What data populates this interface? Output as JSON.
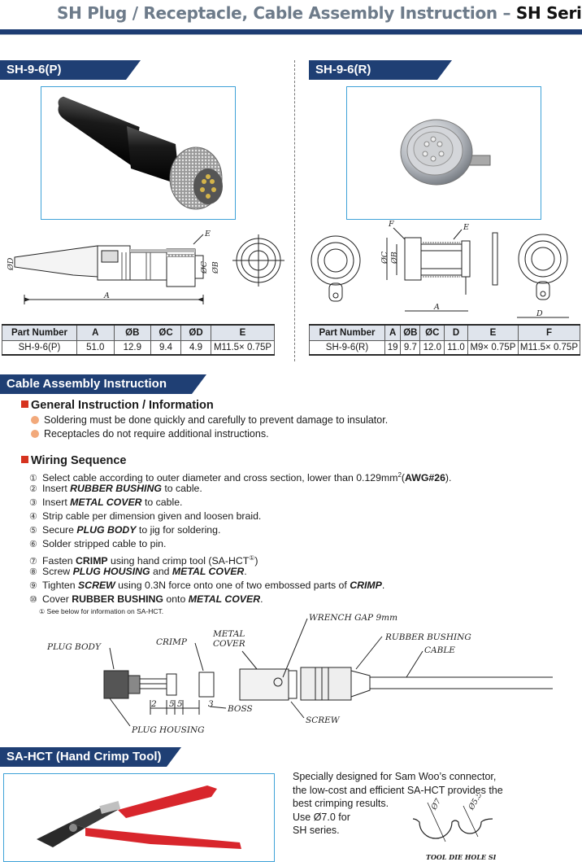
{
  "header": {
    "title": "SH Plug / Receptacle, Cable Assembly Instruction –",
    "series": "SH Series"
  },
  "plug": {
    "heading": "SH-9-6(P)",
    "dim_labels": {
      "A": "A",
      "B": "ØB",
      "C": "ØC",
      "D": "ØD",
      "E": "E"
    },
    "table": {
      "headers": [
        "Part Number",
        "A",
        "ØB",
        "ØC",
        "ØD",
        "E"
      ],
      "row": [
        "SH-9-6(P)",
        "51.0",
        "12.9",
        "9.4",
        "4.9",
        "M11.5× 0.75P"
      ]
    }
  },
  "receptacle": {
    "heading": "SH-9-6(R)",
    "dim_labels": {
      "A": "A",
      "B": "ØB",
      "C": "ØC",
      "D": "D",
      "E": "E",
      "F": "F"
    },
    "table": {
      "headers": [
        "Part Number",
        "A",
        "ØB",
        "ØC",
        "D",
        "E",
        "F"
      ],
      "row": [
        "SH-9-6(R)",
        "19",
        "9.7",
        "12.0",
        "11.0",
        "M9× 0.75P",
        "M11.5× 0.75P"
      ]
    }
  },
  "assembly": {
    "heading": "Cable Assembly Instruction",
    "general": {
      "title": "General Instruction / Information",
      "items": [
        "Soldering must be done quickly and carefully to prevent damage to insulator.",
        "Receptacles do not require additional instructions."
      ]
    },
    "wiring": {
      "title": "Wiring Sequence",
      "nums": [
        "①",
        "②",
        "③",
        "④",
        "⑤",
        "⑥",
        "⑦",
        "⑧",
        "⑨",
        "⑩"
      ],
      "s1": {
        "a": "Select cable according to outer diameter and cross section, lower than 0.129mm",
        "sup": "2",
        "b": "(",
        "c": "AWG#26",
        "d": ")."
      },
      "s2": {
        "a": "Insert ",
        "b": "RUBBER BUSHING",
        "c": " to cable."
      },
      "s3": {
        "a": "Insert ",
        "b": "METAL COVER",
        "c": " to cable."
      },
      "s4": "Strip cable per dimension given and loosen braid.",
      "s5": {
        "a": "Secure ",
        "b": "PLUG BODY",
        "c": " to jig for soldering."
      },
      "s6": "Solder stripped cable to pin.",
      "s7": {
        "a": "Fasten ",
        "b": "CRIMP",
        "c": " using hand crimp tool (SA-HCT",
        "d": "①",
        "e": ")"
      },
      "s8": {
        "a": "Screw ",
        "b": "PLUG HOUSING",
        "c": " and ",
        "d": "METAL COVER",
        "e": "."
      },
      "s9": {
        "a": "Tighten ",
        "b": "SCREW",
        "c": " using 0.3N force onto one of two embossed parts of ",
        "d": "CRIMP",
        "e": "."
      },
      "s10": {
        "a": "Cover ",
        "b": "RUBBER BUSHING",
        "c": " onto ",
        "d": "METAL COVER",
        "e": "."
      }
    },
    "footnote": {
      "num": "①",
      "text": " See below for information on SA-HCT."
    },
    "diagram": {
      "plug_body": "PLUG BODY",
      "crimp": "CRIMP",
      "metal_cover_1": "METAL",
      "metal_cover_2": "COVER",
      "wrench_gap": "WRENCH GAP 9mm",
      "rubber_bushing": "RUBBER BUSHING",
      "cable": "CABLE",
      "boss": "BOSS",
      "screw": "SCREW",
      "plug_housing": "PLUG HOUSING",
      "dim_2": "2",
      "dim_5a": "5",
      "dim_5b": "5",
      "dim_3": "3"
    }
  },
  "tool": {
    "heading": "SA-HCT (Hand Crimp Tool)",
    "line1": "Specially designed for Sam Woo’s connector,",
    "line2": "the low-cost and efficient SA-HCT provides the",
    "line3": "best crimping results.",
    "line4": "Use Ø7.0 for",
    "line5": "SH series.",
    "die_label": "TOOL DIE HOLE SIZE",
    "die_d1": "Ø7",
    "die_d2": "Ø5.5"
  },
  "colors": {
    "header_bar": "#1f3f74",
    "photo_border": "#3fa2d8",
    "bullet_dot": "#f2a97b",
    "square_marker": "#d6331f",
    "tool_handle": "#d8262c"
  }
}
